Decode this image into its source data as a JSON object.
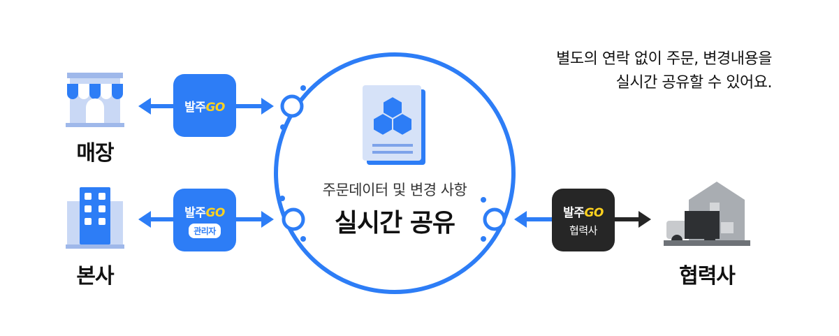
{
  "caption": {
    "line1": "별도의 연락 없이 주문, 변경내용을",
    "line2": "실시간 공유할 수 있어요."
  },
  "nodes": {
    "store": {
      "label": "매장"
    },
    "hq": {
      "label": "본사"
    },
    "partner": {
      "label": "협력사"
    }
  },
  "center": {
    "subtitle": "주문데이터 및 변경 사항",
    "title": "실시간 공유"
  },
  "apps": {
    "store_app": {
      "brand_prefix": "발주",
      "brand_suffix": "GO"
    },
    "hq_app": {
      "brand_prefix": "발주",
      "brand_suffix": "GO",
      "badge": "관리자"
    },
    "partner_app": {
      "brand_prefix": "발주",
      "brand_suffix": "GO",
      "sub": "협력사"
    }
  },
  "colors": {
    "primary_blue": "#2d7df6",
    "dark_tile": "#262626",
    "brand_yellow": "#ffd21f",
    "icon_light_blue": "#b9cdf5",
    "icon_gray": "#9aa0a6"
  },
  "icons": {
    "store": "storefront-icon",
    "hq": "office-building-icon",
    "document": "document-boxes-icon",
    "partner": "warehouse-truck-icon"
  }
}
